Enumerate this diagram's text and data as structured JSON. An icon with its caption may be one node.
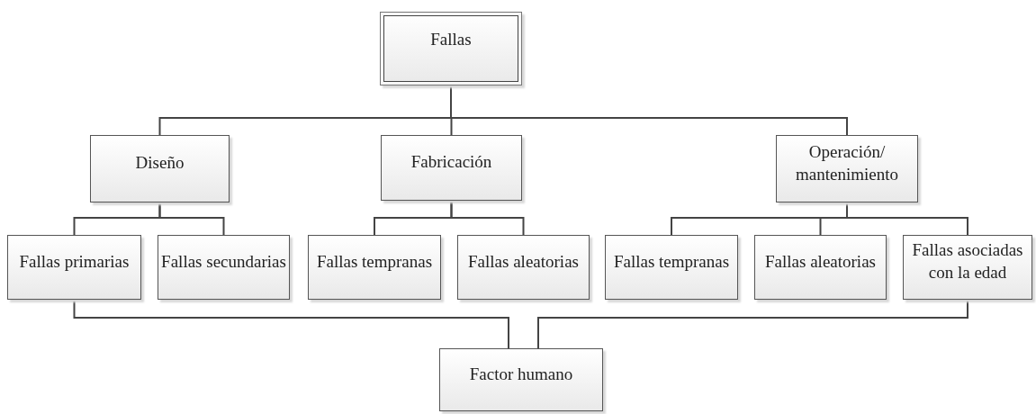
{
  "diagram": {
    "nodes": [
      {
        "text": [
          "Fallas"
        ]
      },
      {
        "text": [
          "Diseño"
        ]
      },
      {
        "text": [
          "Fabricación"
        ]
      },
      {
        "text": [
          "Operación/ mantenimiento"
        ]
      },
      {
        "text": [
          "Fallas primarias"
        ]
      },
      {
        "text": [
          "Fallas secundarias"
        ]
      },
      {
        "text": [
          "Fallas tempranas"
        ]
      },
      {
        "text": [
          "Fallas aleatorias"
        ]
      },
      {
        "text": [
          "Fallas tempranas"
        ]
      },
      {
        "text": [
          "Fallas aleatorias"
        ]
      },
      {
        "text": [
          "Fallas asociadas con la edad"
        ]
      },
      {
        "text": [
          "Factor humano"
        ]
      }
    ],
    "edges": [
      {
        "from": 0,
        "to": 1,
        "arrow": "none"
      },
      {
        "from": 0,
        "to": 2,
        "arrow": "none"
      },
      {
        "from": 0,
        "to": 3,
        "arrow": "none"
      },
      {
        "from": 1,
        "to": 4,
        "arrow": "none"
      },
      {
        "from": 1,
        "to": 5,
        "arrow": "none"
      },
      {
        "from": 2,
        "to": 6,
        "arrow": "none"
      },
      {
        "from": 2,
        "to": 7,
        "arrow": "none"
      },
      {
        "from": 3,
        "to": 8,
        "arrow": "none"
      },
      {
        "from": 3,
        "to": 9,
        "arrow": "none"
      },
      {
        "from": 3,
        "to": 10,
        "arrow": "none"
      },
      {
        "from": 4,
        "to": 11,
        "arrow": "none"
      },
      {
        "from": 10,
        "to": 11,
        "arrow": "none"
      }
    ]
  }
}
